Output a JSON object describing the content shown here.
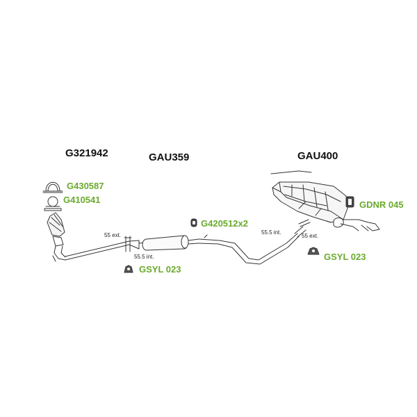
{
  "colors": {
    "part_label": "#111111",
    "accessory_label": "#6aaa2c",
    "line": "#333333"
  },
  "parts": {
    "front_pipe": "G321942",
    "middle_silencer": "GAU359",
    "rear_silencer": "GAU400"
  },
  "accessories": {
    "clamp_1": "G430587",
    "clamp_2": "G410541",
    "rubber_mount": "G420512x2",
    "gasket_mid": "GSYL 023",
    "rear_hanger": "GDNR 045",
    "gasket_rear": "GSYL 023"
  },
  "dimensions": {
    "front_ext": "55 ext.",
    "front_int": "55.5 int.",
    "rear_int": "55.5 int.",
    "rear_ext": "55 ext."
  }
}
